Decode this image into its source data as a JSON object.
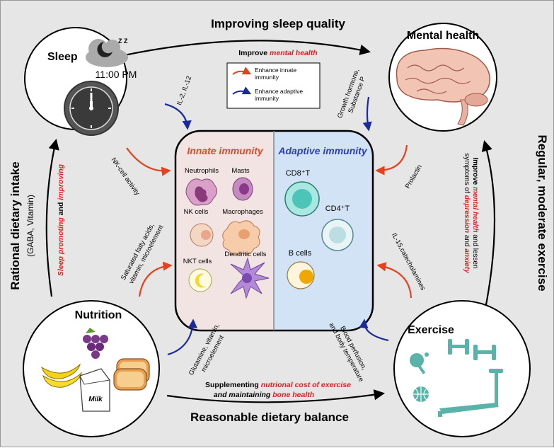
{
  "titles": {
    "top": "Improving sleep quality",
    "bottom": "Reasonable dietary balance",
    "left": "Rational dietary intake",
    "left_sub": "(GABA, Vitamin)",
    "right": "Regular, moderate exercise"
  },
  "nodes": {
    "sleep": {
      "label": "Sleep",
      "time": "11:00 PM",
      "zz": "Z Z"
    },
    "mental": {
      "label": "Mental health"
    },
    "nutrition": {
      "label": "Nutrition",
      "milk": "Milk"
    },
    "exercise": {
      "label": "Exercise"
    }
  },
  "arrows": {
    "top": {
      "plain": "Improve ",
      "emph": "mental health"
    },
    "left": {
      "emph1": "Sleep promoting",
      "plain": " and ",
      "emph2": "improving"
    },
    "right": {
      "plain1": "Improve ",
      "emph1": "mental health",
      "plain2": " and lessen",
      "line2a": "symptoms of ",
      "emph2": "depression",
      "line2b": " and ",
      "emph3": "anxiety"
    },
    "bottom": {
      "line1a": "Supplementing ",
      "emph1": "nutrional cost of exercise",
      "line2a": "and maintaining ",
      "emph2": "bone health"
    }
  },
  "legend": {
    "innate": "Enhance innate immunity",
    "innate_l1": "Enhance innate",
    "innate_l2": "immunity",
    "adaptive_l1": "Enhance adaptive",
    "adaptive_l2": "immunity",
    "innate_color": "#e8401c",
    "adaptive_color": "#1a2a9c"
  },
  "signals": {
    "il2": "IL-2, IL-12",
    "gh1": "Growth hormone,",
    "gh2": "Substance P",
    "nk": "NK-cell activity",
    "prolactin": "Prolactin",
    "sfa1": "Saturated fatty acids,",
    "sfa2": "vitamin, microelement",
    "il15": "IL-15,catecholamines",
    "glu1": "Glutamine, vitamin,",
    "glu2": "microelement",
    "blood1": "Blood perfusion,",
    "blood2": "and body temperature"
  },
  "immunity": {
    "innate_title": "Innate immunity",
    "adaptive_title": "Adaptive immunity",
    "innate_cells": [
      "Neutrophils",
      "Masts",
      "NK cells",
      "Macrophages",
      "NKT cells",
      "Dendritic cells"
    ],
    "adaptive_cells": [
      "CD8⁺T",
      "CD4⁺T",
      "B cells"
    ]
  },
  "colors": {
    "innate_panel": "#f1e4e2",
    "adaptive_panel": "#d3e3f6",
    "emphasis": "#e02020",
    "innate_title": "#e04a2a",
    "adaptive_title": "#2a3cc0"
  }
}
